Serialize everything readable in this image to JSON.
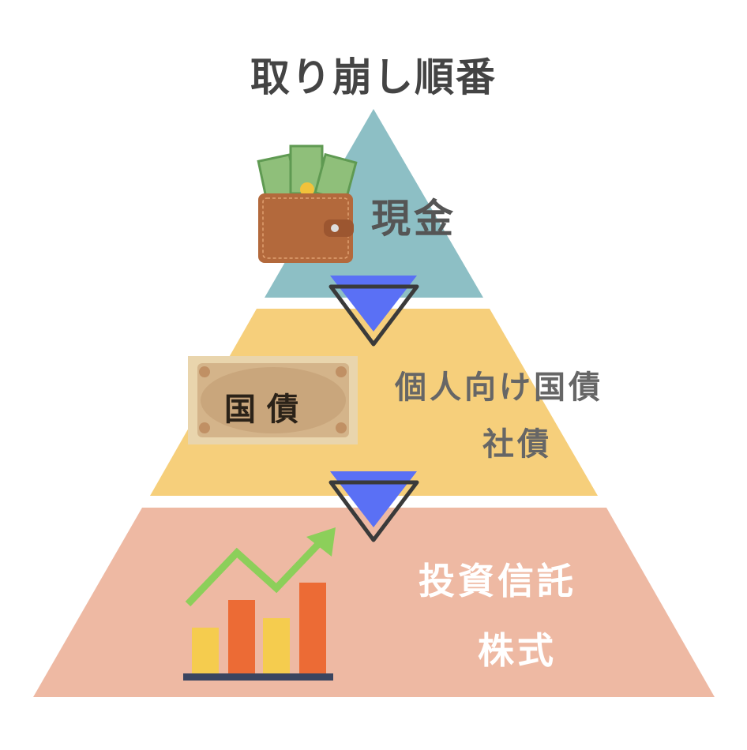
{
  "title": "取り崩し順番",
  "tiers": [
    {
      "label_lines": [
        "現金"
      ],
      "icon": "wallet-with-cash-icon",
      "color": "#8dbfc5"
    },
    {
      "label_lines": [
        "個人向け国債",
        "社債"
      ],
      "icon": "government-bond-icon",
      "icon_text": "国債",
      "color": "#f6cf7b"
    },
    {
      "label_lines": [
        "投資信託",
        "株式"
      ],
      "icon": "rising-bar-chart-icon",
      "color": "#eeb9a3"
    }
  ],
  "arrow_color": "#5a70f5",
  "arrow_outline": "#3a3a3a"
}
